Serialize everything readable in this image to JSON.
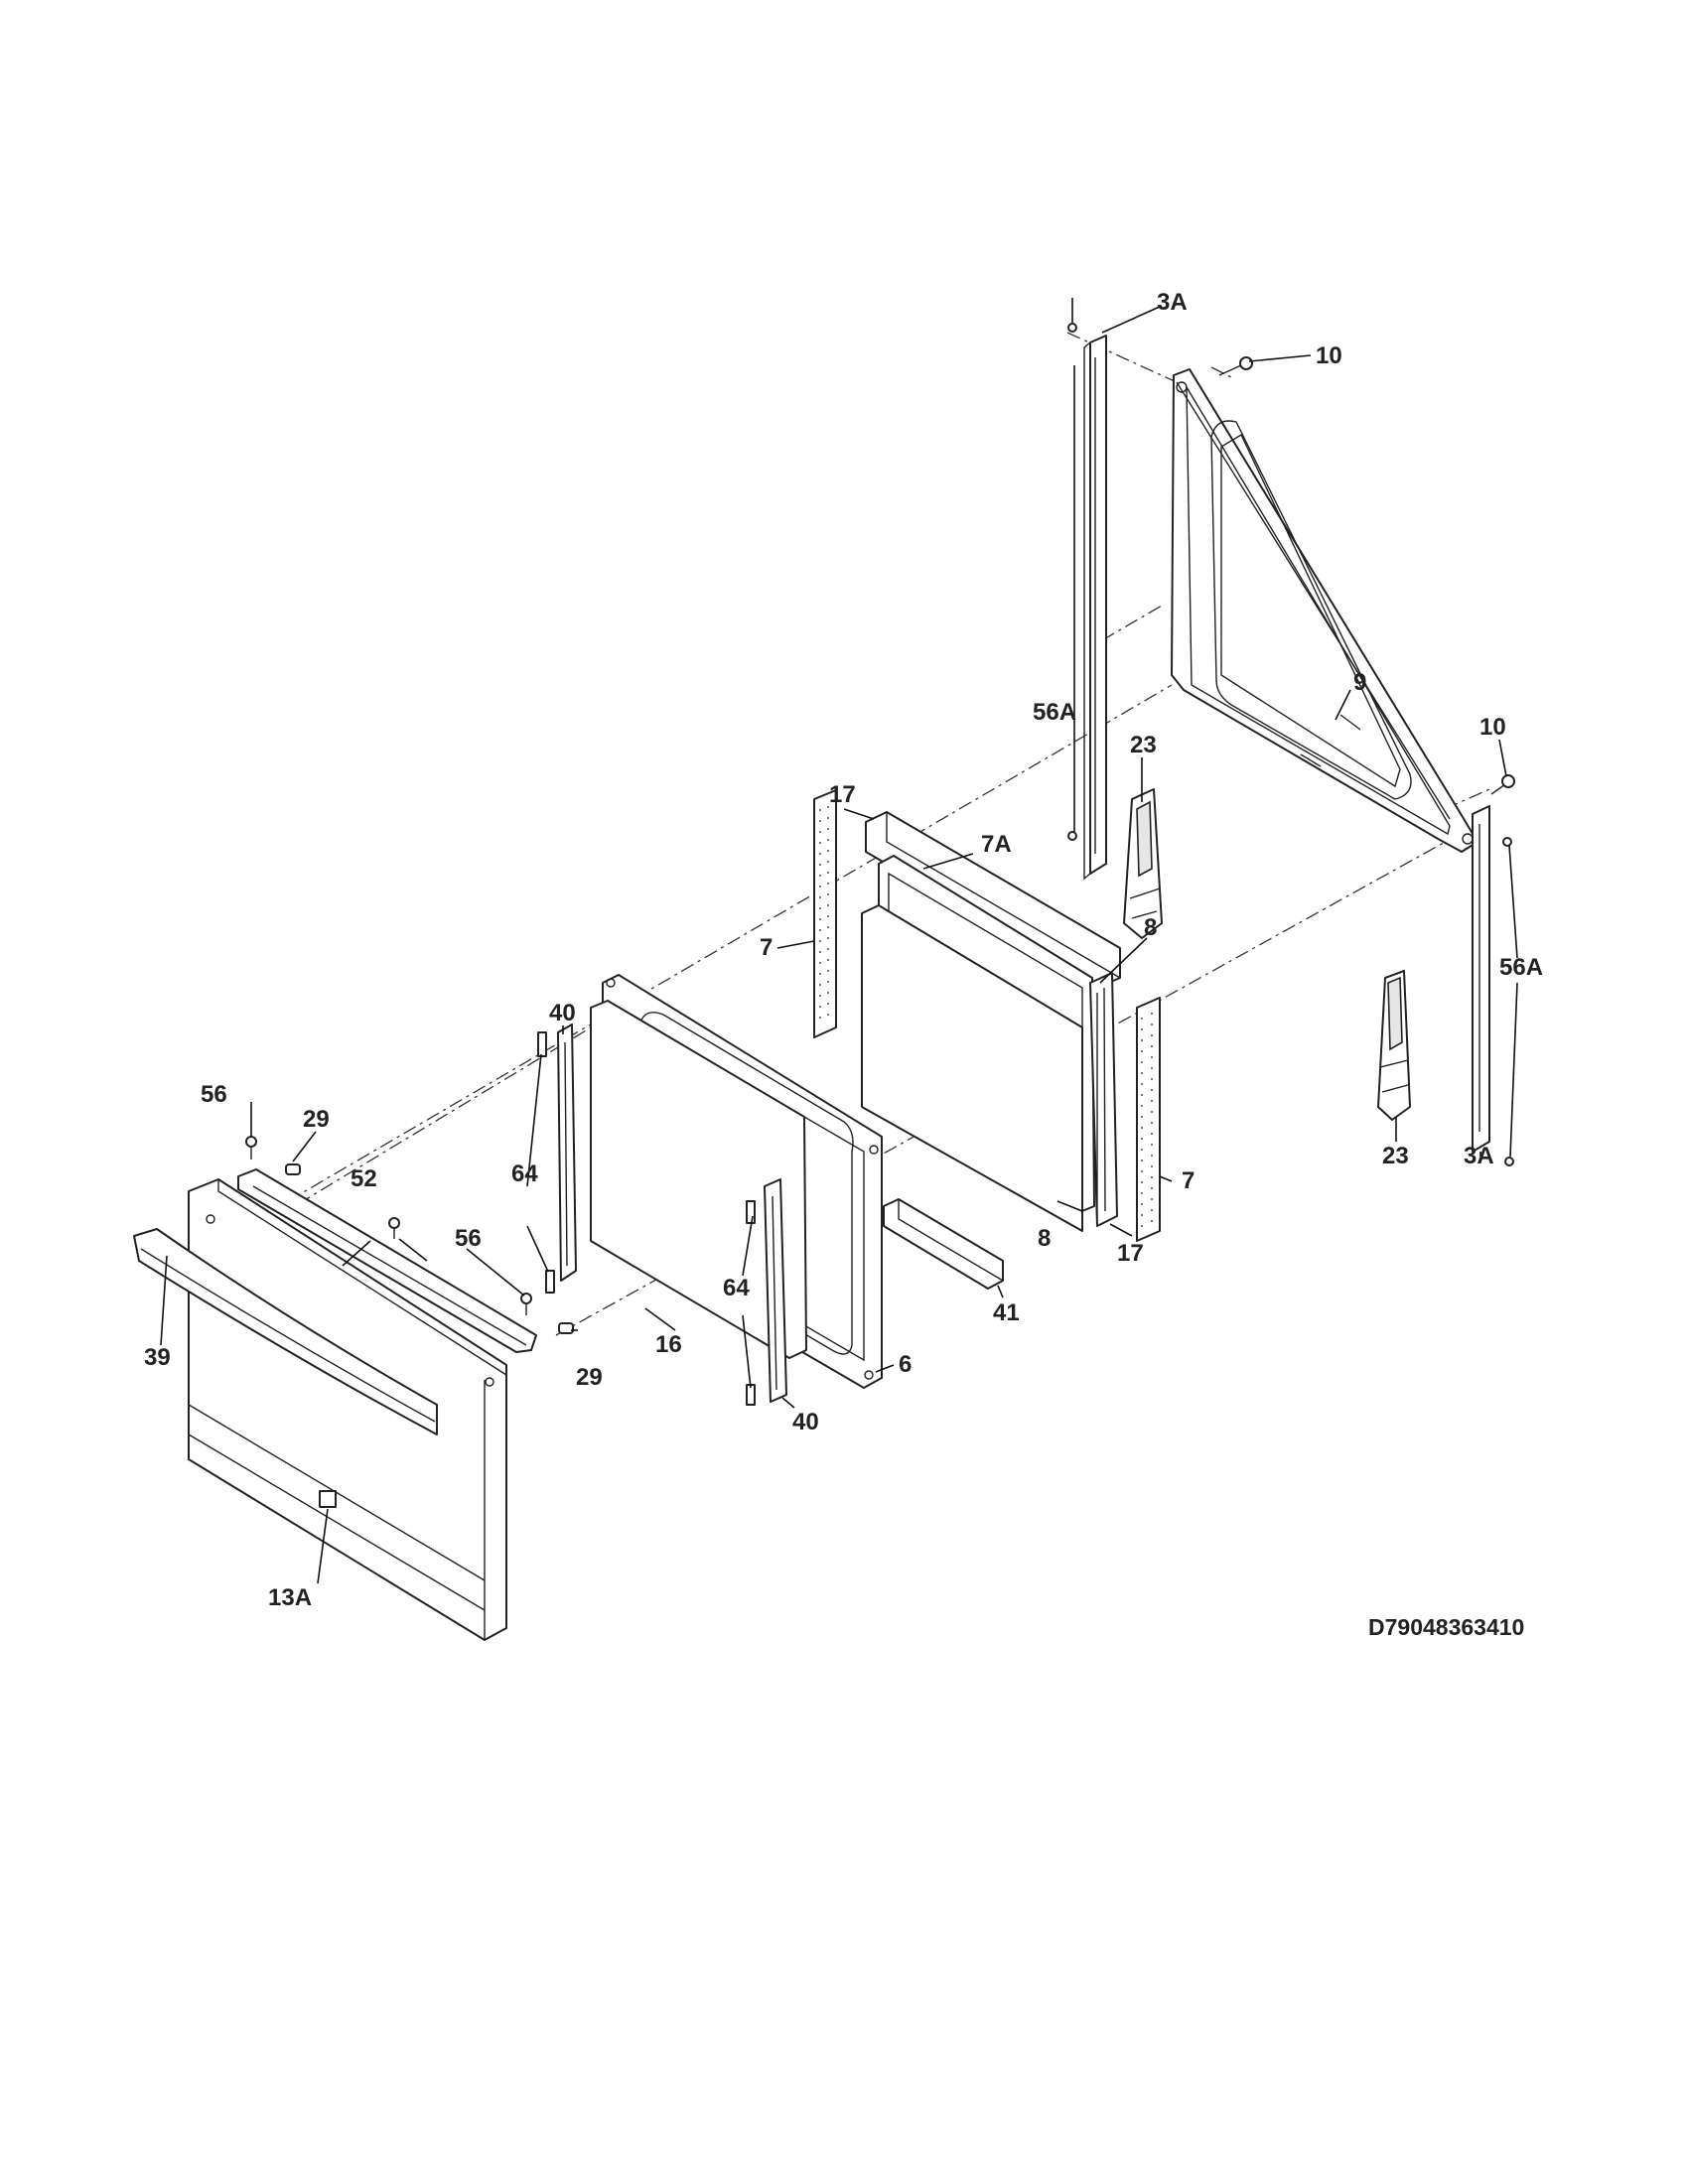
{
  "diagram_id": "D79048363410",
  "labels": {
    "l3A_top": "3A",
    "l10_top": "10",
    "l9": "9",
    "l56A_left": "56A",
    "l23_top": "23",
    "l10_right": "10",
    "l17_top": "17",
    "l7A": "7A",
    "l56A_right": "56A",
    "l7_left": "7",
    "l8_top": "8",
    "l40_top": "40",
    "l56_left": "56",
    "l29_top": "29",
    "l64_left": "64",
    "l52": "52",
    "l23_bottom": "23",
    "l3A_bottom": "3A",
    "l7_right": "7",
    "l56_mid": "56",
    "l8_bottom": "8",
    "l17_bottom": "17",
    "l64_right": "64",
    "l41": "41",
    "l39": "39",
    "l16": "16",
    "l6": "6",
    "l29_bottom": "29",
    "l40_bottom": "40",
    "l13A": "13A"
  }
}
